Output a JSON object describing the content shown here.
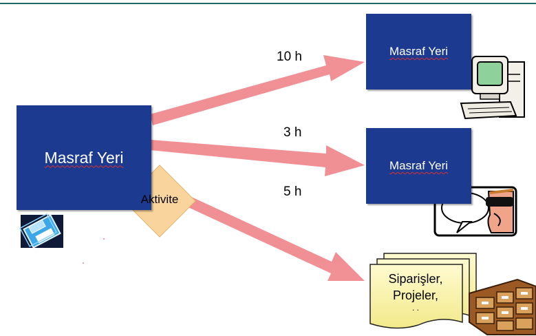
{
  "diagram": {
    "source_label": "Masraf Yeri",
    "activity_label": "Aktivite",
    "targets": [
      {
        "label": "Masraf Yeri",
        "hours": "10 h",
        "icon": "computer-icon"
      },
      {
        "label": "Masraf Yeri",
        "hours": "3 h",
        "icon": "person-with-sunglasses-icon"
      },
      {
        "hours": "5 h",
        "icon": "file-cabinet-icon"
      }
    ],
    "documents": {
      "line1": "Siparişler,",
      "line2": "Projeler,",
      "line3": ". ."
    },
    "colors": {
      "box": "#1c3a8f",
      "arrow": "#f08a8f",
      "activity": "#f9d49c",
      "document": "#fbf6a8"
    }
  }
}
